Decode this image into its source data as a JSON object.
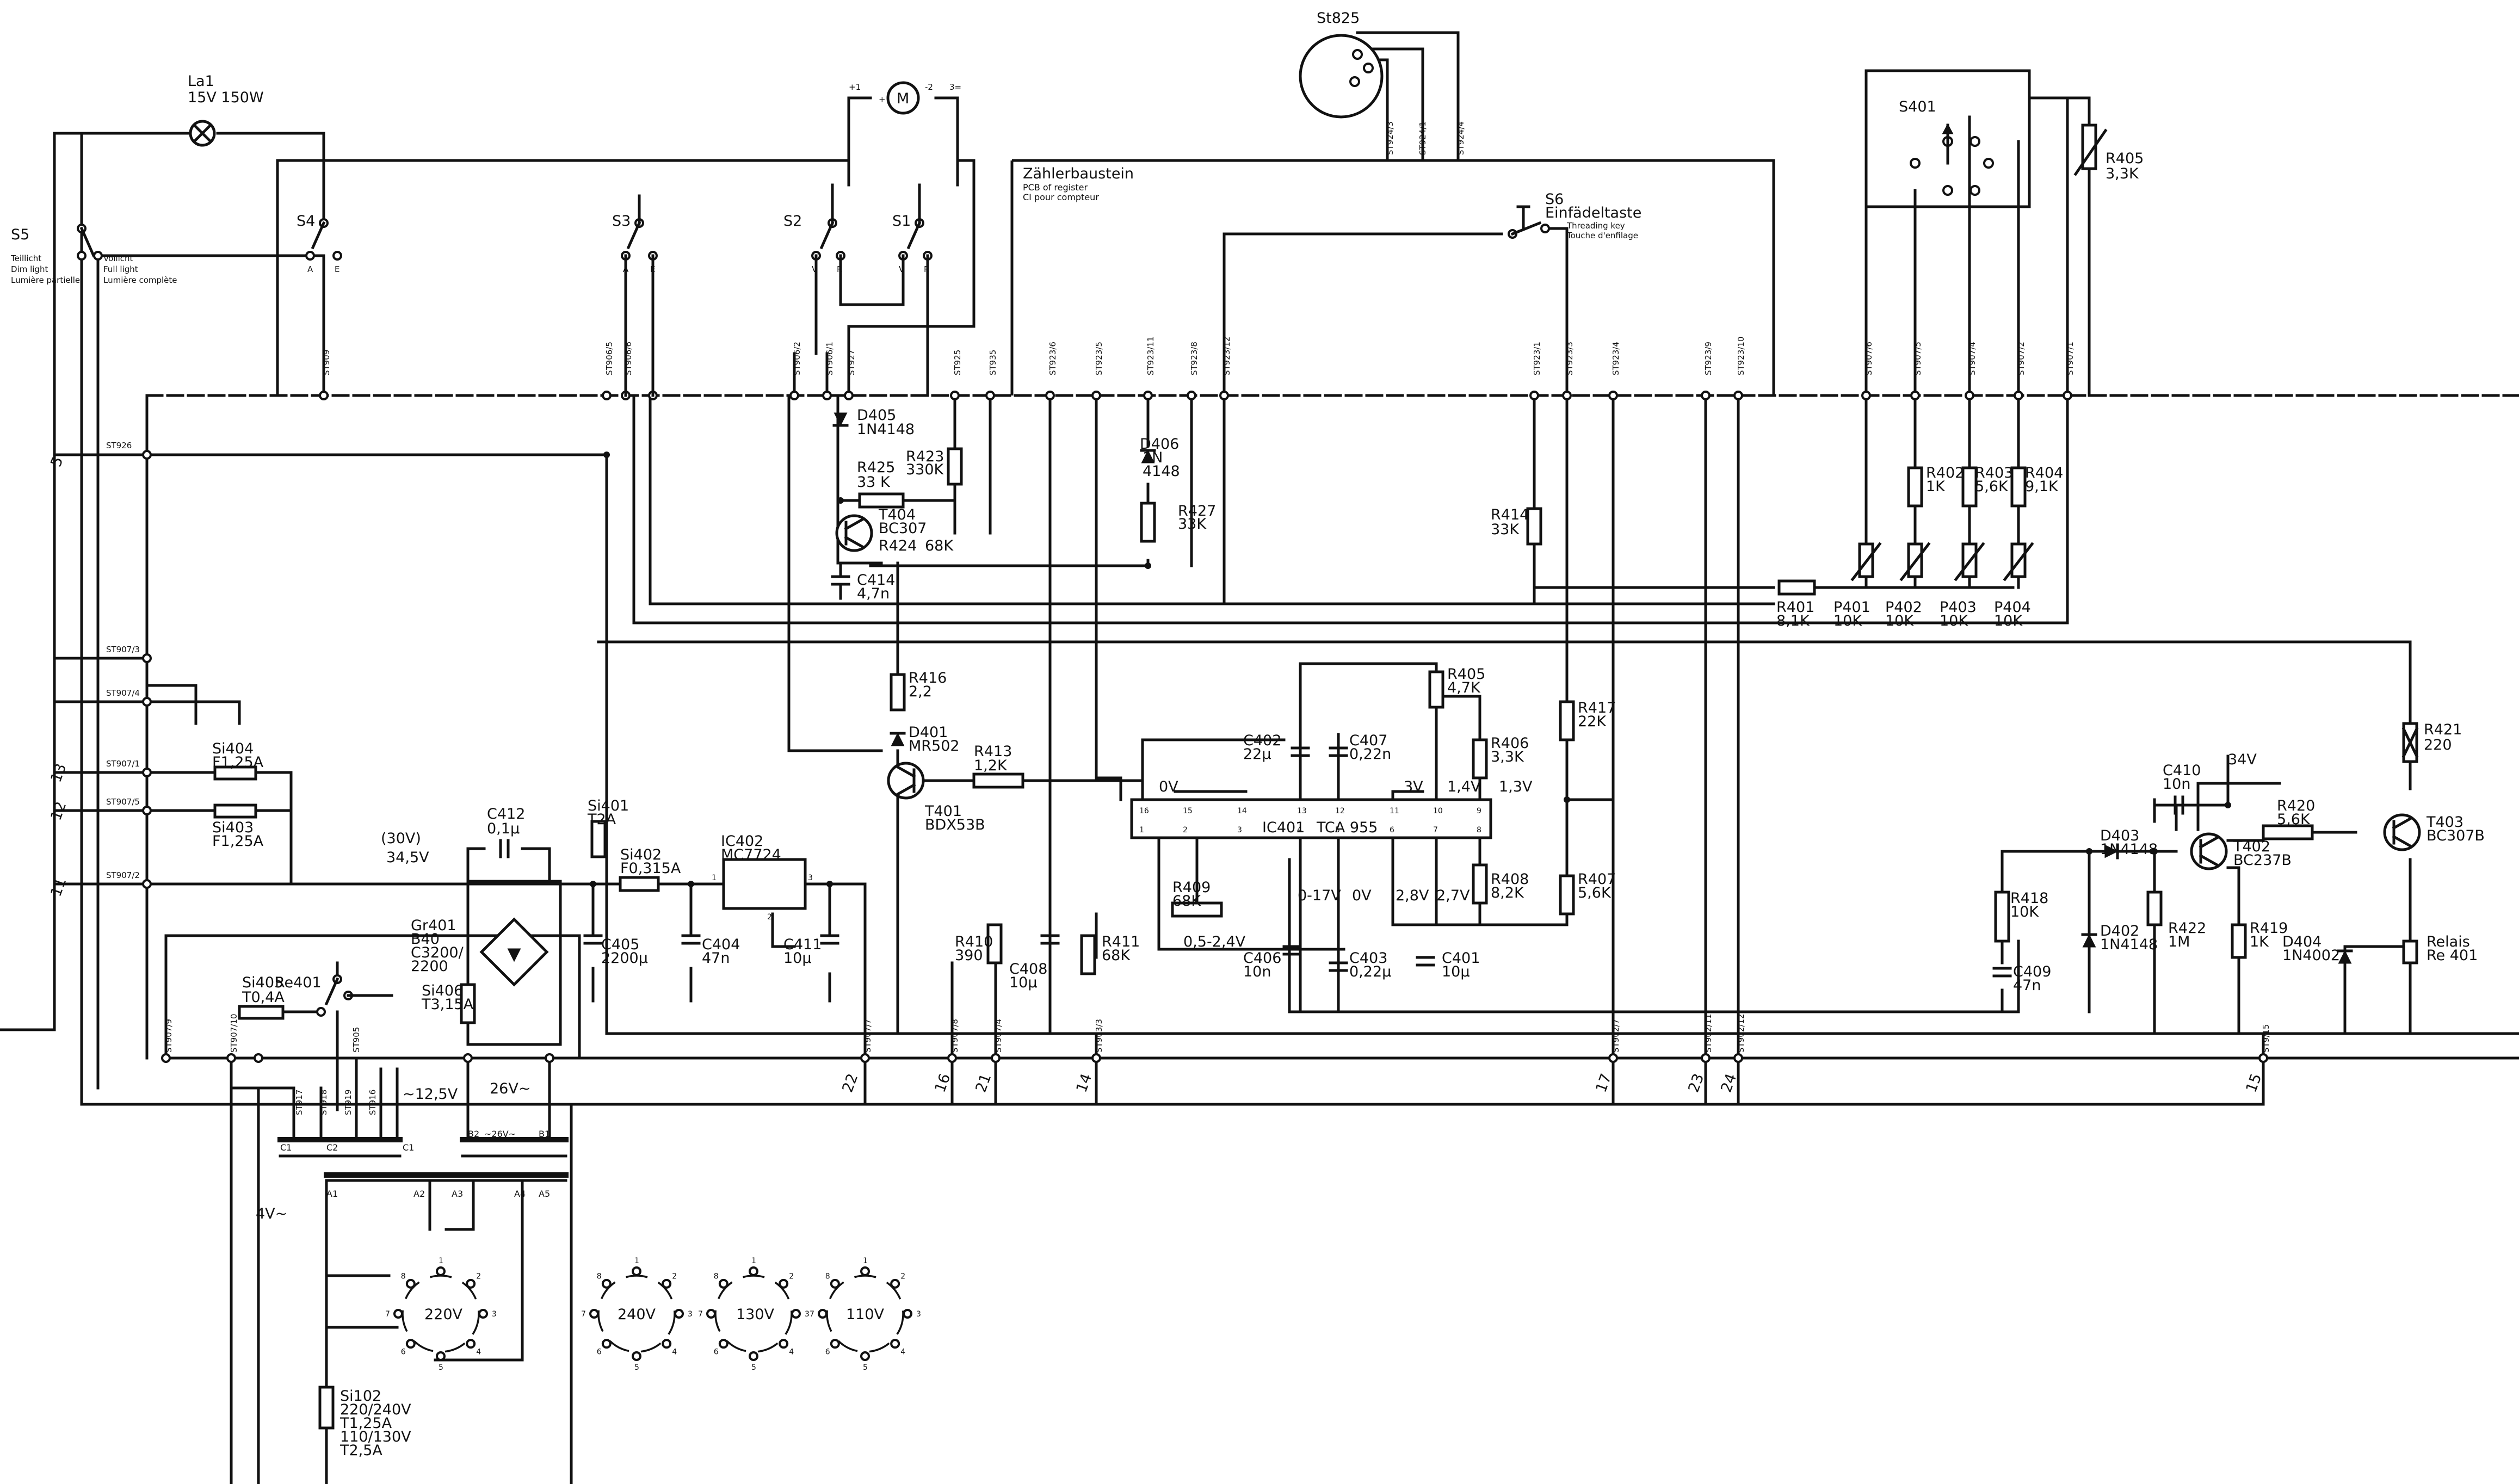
{
  "lamp": {
    "ref": "La1",
    "value": "15V  150W"
  },
  "connector_st825": "St825",
  "st825_pins": [
    "ST924/3",
    "ST924/1",
    "ST924/4"
  ],
  "counter_module": {
    "title": "Zählerbaustein",
    "en": "PCB of register",
    "fr": "CI pour compteur"
  },
  "switches": {
    "s5": "S5",
    "s5_labels": [
      "Teillicht",
      "Dim light",
      "Lumière partielle",
      "Vollicht",
      "Full light",
      "Lumière complète"
    ],
    "s4": "S4",
    "s3": "S3",
    "s2": "S2",
    "s1": "S1",
    "s401": "S401",
    "s6": "S6",
    "s6_label": "Einfädeltaste",
    "s6_en": "Threading key",
    "s6_fr": "Touche d'enfilage",
    "contact_labels": [
      "A",
      "E",
      "A",
      "E",
      "V",
      "R",
      "V",
      "R"
    ]
  },
  "motor": {
    "symbol": "M",
    "plus_pin": "+1",
    "minus_pin": "-2",
    "ground": "3=",
    "pin_plus": "+"
  },
  "upper_connectors": [
    "ST909",
    "ST906/5",
    "ST906/6",
    "ST906/2",
    "ST906/1",
    "ST927",
    "ST925",
    "ST935",
    "ST923/6",
    "ST923/5",
    "ST923/11",
    "ST923/8",
    "ST923/12",
    "ST923/1",
    "ST923/3",
    "ST923/4",
    "ST923/9",
    "ST923/10",
    "ST907/6",
    "ST907/5",
    "ST907/4",
    "ST907/2",
    "ST907/1"
  ],
  "left_connectors": [
    "ST926",
    "ST907/3",
    "ST907/4",
    "ST907/1",
    "ST907/5",
    "ST907/2"
  ],
  "lower_connectors": [
    "ST907/9",
    "ST907/10",
    "ST905",
    "ST907/7",
    "ST907/8",
    "ST907/4",
    "ST903/3",
    "ST902/7",
    "ST902/11",
    "ST902/12",
    "ST9/15"
  ],
  "lower_connector_numbers": [
    "22",
    "16",
    "21",
    "14",
    "17",
    "23",
    "24",
    "15"
  ],
  "left_terminal_numbers": [
    "5",
    "13",
    "12",
    "11"
  ],
  "resistors": {
    "r405a": [
      "R405",
      "3,3K"
    ],
    "r423": [
      "R423",
      "330K"
    ],
    "r425": [
      "R425",
      "33 K"
    ],
    "r427": [
      "R427",
      "33K"
    ],
    "r424": [
      "R424",
      "68K"
    ],
    "r414": [
      "R414",
      "33K"
    ],
    "r402": [
      "R402",
      "1K"
    ],
    "r403": [
      "R403",
      "5,6K"
    ],
    "r404": [
      "R404",
      "9,1K"
    ],
    "r401": [
      "R401",
      "8,1K"
    ],
    "r416": [
      "R416",
      "2,2"
    ],
    "r413": [
      "R413",
      "1,2K"
    ],
    "r405b": [
      "R405",
      "4,7K"
    ],
    "r406": [
      "R406",
      "3,3K"
    ],
    "r417": [
      "R417",
      "22K"
    ],
    "r409": [
      "R409",
      "68K"
    ],
    "r408": [
      "R408",
      "8,2K"
    ],
    "r407": [
      "R407",
      "5,6K"
    ],
    "r410": [
      "R410",
      "390"
    ],
    "r411": [
      "R411",
      "68K"
    ],
    "r421": [
      "R421",
      "220"
    ],
    "r420": [
      "R420",
      "5,6K"
    ],
    "r418": [
      "R418",
      "10K"
    ],
    "r422": [
      "R422",
      "1M"
    ],
    "r419": [
      "R419",
      "1K"
    ]
  },
  "pots": [
    [
      "P401",
      "10K"
    ],
    [
      "P402",
      "10K"
    ],
    [
      "P403",
      "10K"
    ],
    [
      "P404",
      "10K"
    ]
  ],
  "capacitors": {
    "c414": [
      "C414",
      "4,7n"
    ],
    "c402": [
      "C402",
      "22µ"
    ],
    "c407": [
      "C407",
      "0,22n"
    ],
    "c412": [
      "C412",
      "0,1µ"
    ],
    "c405": [
      "C405",
      "2200µ"
    ],
    "c404": [
      "C404",
      "47n"
    ],
    "c411": [
      "C411",
      "10µ"
    ],
    "c408": [
      "C408",
      "10µ"
    ],
    "c406": [
      "C406",
      "10n"
    ],
    "c403": [
      "C403",
      "0,22µ"
    ],
    "c401": [
      "C401",
      "10µ"
    ],
    "c410": [
      "C410",
      "10n"
    ],
    "c409": [
      "C409",
      "47n"
    ]
  },
  "diodes": {
    "d405": [
      "D405",
      "1N4148"
    ],
    "d406": [
      "D406",
      "1N",
      "4148"
    ],
    "d401": [
      "D401",
      "MR502"
    ],
    "d403": [
      "D403",
      "1N4148"
    ],
    "d402": [
      "D402",
      "1N4148"
    ],
    "d404": [
      "D404",
      "1N4002"
    ]
  },
  "transistors": {
    "t404": [
      "T404",
      "BC307"
    ],
    "t401": [
      "T401",
      "BDX53B"
    ],
    "t402": [
      "T402",
      "BC237B"
    ],
    "t403": [
      "T403",
      "BC307B"
    ]
  },
  "ic401": {
    "ref": "IC401",
    "type": "TCA 955",
    "pins_top": [
      "16",
      "15",
      "14",
      "13",
      "12",
      "11",
      "10",
      "9"
    ],
    "pins_bottom": [
      "1",
      "2",
      "3",
      "4",
      "5",
      "6",
      "7",
      "8"
    ]
  },
  "ic402": {
    "ref": "IC402",
    "type": "MC7724",
    "pins": [
      "1",
      "2",
      "3"
    ]
  },
  "voltages": [
    "0V",
    "3V",
    "1,4V",
    "1,3V",
    "0-17V",
    "0V",
    "2,8V",
    "2,7V",
    "0,5-2,4V",
    "34V",
    "(30V)",
    "34,5V",
    "~12,5V",
    "26V~",
    "4V~"
  ],
  "fuses": {
    "si401": [
      "Si401",
      "T2A"
    ],
    "si402": [
      "Si402",
      "F0,315A"
    ],
    "si404": [
      "Si404",
      "F1,25A"
    ],
    "si403": [
      "Si403",
      "F1,25A"
    ],
    "si405": [
      "Si405",
      "T0,4A"
    ],
    "si406": [
      "Si406",
      "T3,15A"
    ],
    "si102": [
      "Si102",
      "220/240V",
      "T1,25A",
      "110/130V",
      "T2,5A"
    ]
  },
  "rectifier": [
    "Gr401",
    "B40",
    "C3200/",
    "2200"
  ],
  "relay": {
    "ref": "Re401",
    "coil": [
      "Relais",
      "Re 401"
    ]
  },
  "transformer": {
    "taps_top": [
      "A1",
      "A2",
      "A3",
      "A4",
      "A5"
    ],
    "secondary": [
      "C1",
      "C2",
      "C1",
      "B2",
      "~26V~",
      "B1"
    ],
    "sec_pins": [
      "ST917",
      "ST918",
      "ST919",
      "ST916"
    ]
  },
  "voltage_selectors": [
    "220V",
    "240V",
    "130V",
    "110V"
  ],
  "selector_pins": [
    "1",
    "2",
    "3",
    "4",
    "5",
    "6",
    "7",
    "8"
  ]
}
